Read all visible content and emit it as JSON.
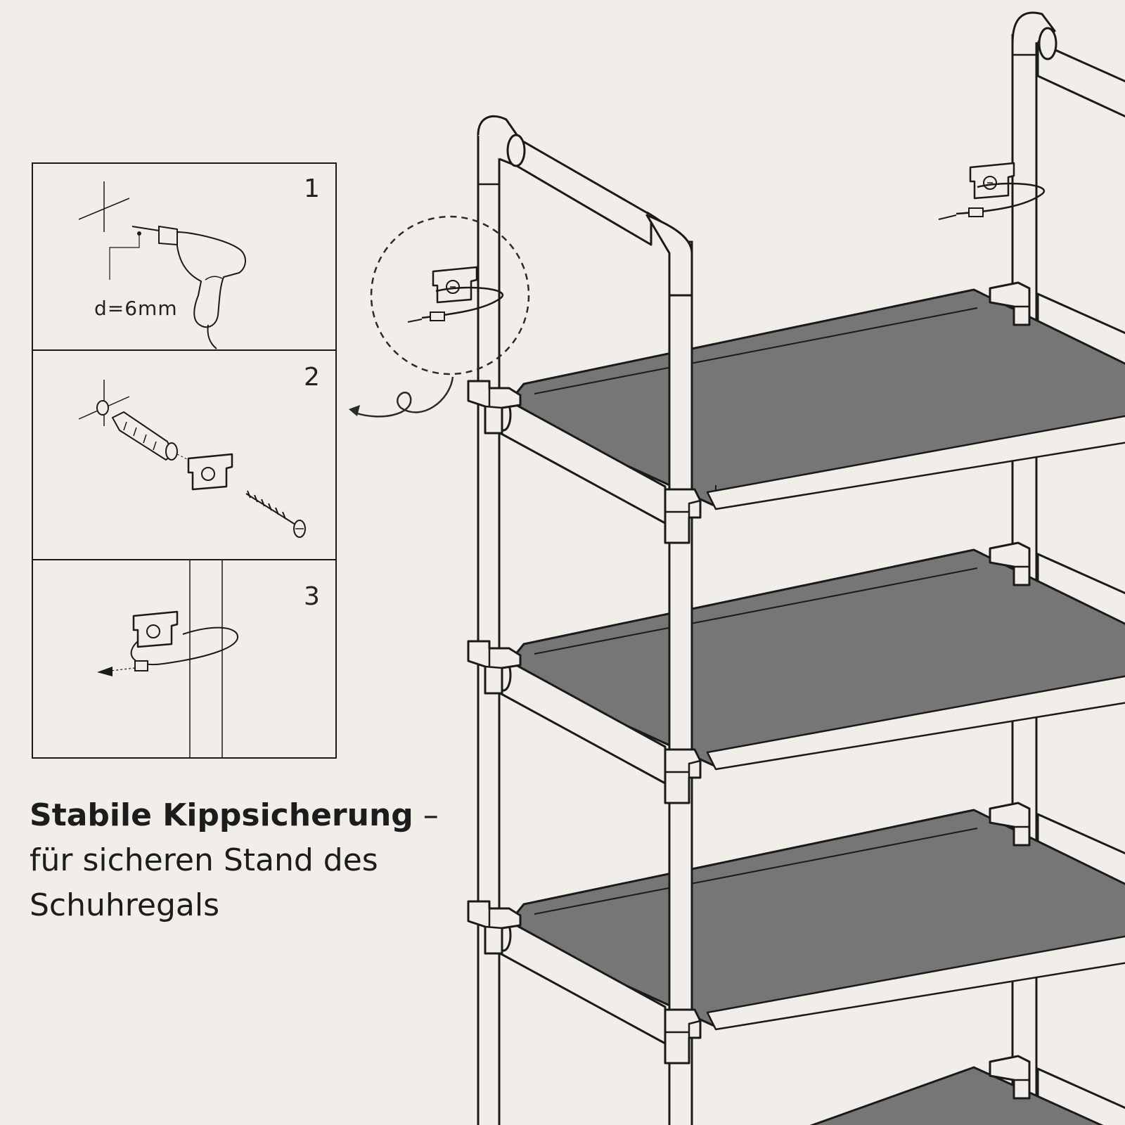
{
  "steps": {
    "step1": {
      "number": "1",
      "label": "d=6mm"
    },
    "step2": {
      "number": "2"
    },
    "step3": {
      "number": "3"
    }
  },
  "headline": {
    "title": "Stabile Kippsicherung",
    "dash": "–",
    "line2": "für sicheren Stand des",
    "line3": "Schuhregals"
  },
  "colors": {
    "background": "#f1ede9",
    "shelf_fabric": "#767676",
    "frame_tube": "#f1ede9",
    "line": "#1a1a1a"
  },
  "icons": [
    "drill-icon",
    "wall-anchor-icon",
    "screw-icon",
    "cable-clip-icon",
    "cable-tie-icon",
    "curved-arrow-icon"
  ]
}
